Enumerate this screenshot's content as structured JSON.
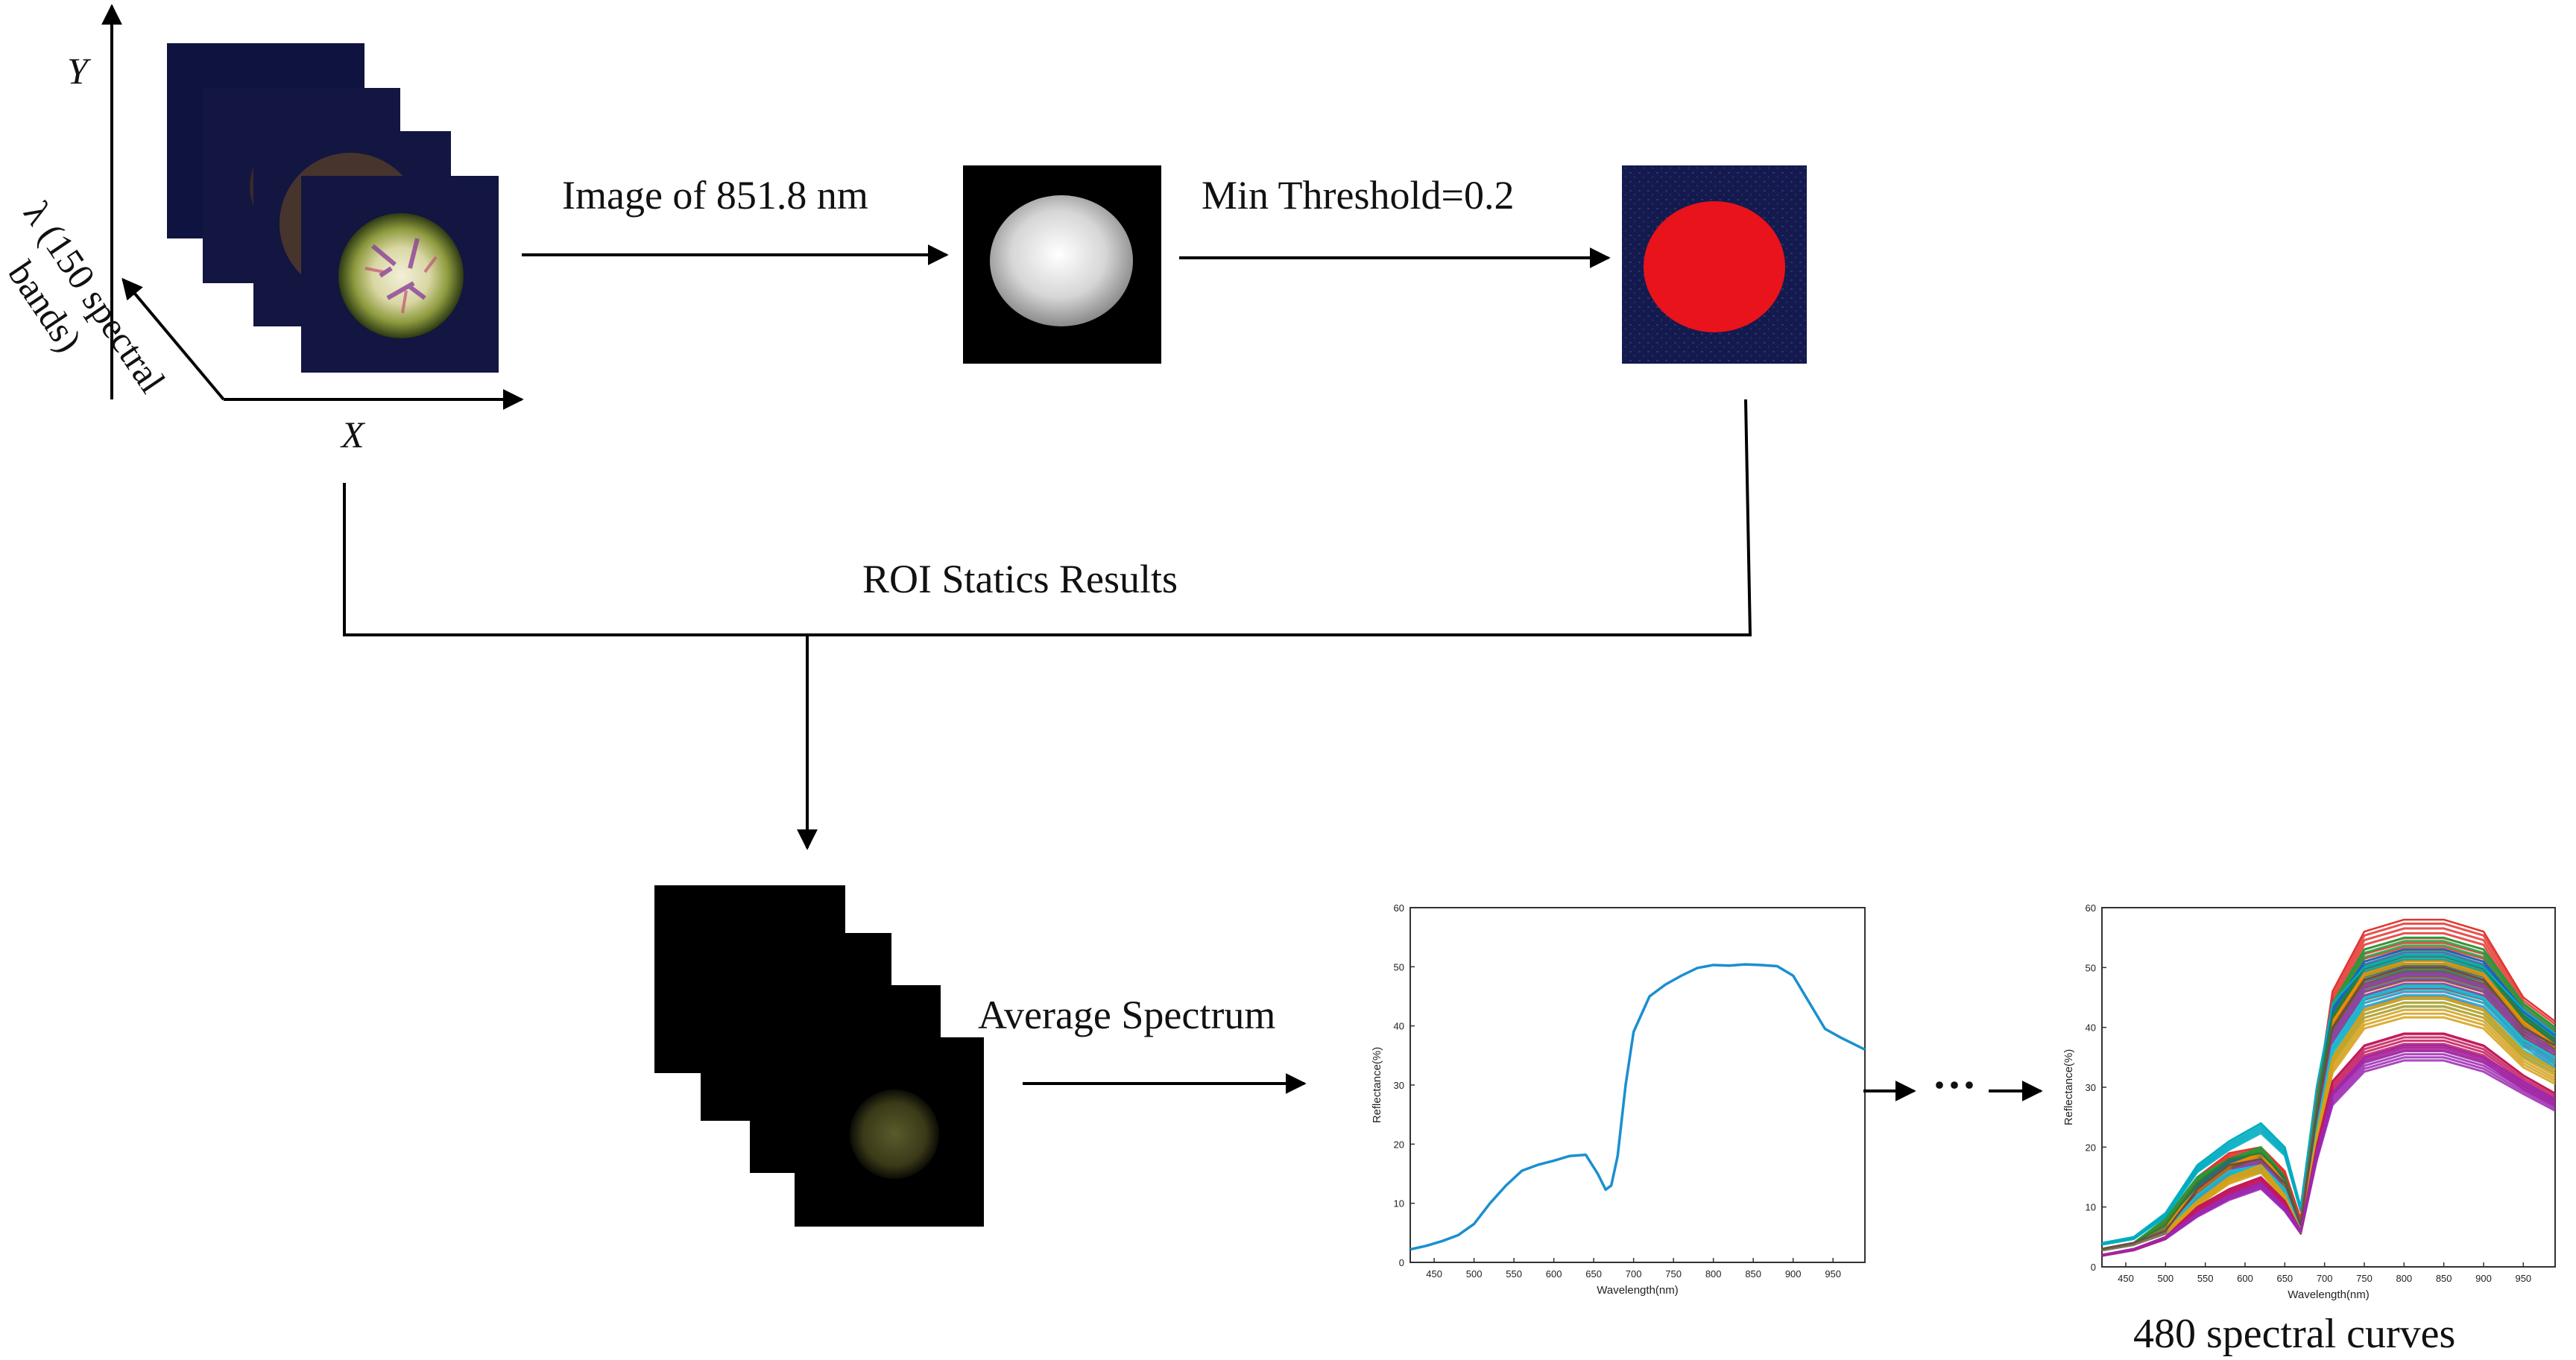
{
  "labels": {
    "axis_y": "Y",
    "axis_x": "X",
    "axis_lambda_line1": "λ (150 spectral",
    "axis_lambda_line2": "bands)",
    "step_image": "Image of 851.8 nm",
    "step_threshold": "Min Threshold=0.2",
    "step_roi": "ROI Statics Results",
    "step_average": "Average Spectrum",
    "ellipsis": "···",
    "curves_caption": "480 spectral curves"
  },
  "colors": {
    "arrow": "#000000",
    "roi_mask": "#e8131b",
    "mask_background": "#141a4d",
    "curve_single": "#1a8fd0"
  },
  "chart_data": [
    {
      "type": "line",
      "title": "",
      "xlabel": "Wavelength(nm)",
      "ylabel": "Reflectance(%)",
      "xlim": [
        420,
        990
      ],
      "ylim": [
        0,
        60
      ],
      "xticks": [
        450,
        500,
        550,
        600,
        650,
        700,
        750,
        800,
        850,
        900,
        950
      ],
      "yticks": [
        0,
        10,
        20,
        30,
        40,
        50,
        60
      ],
      "series": [
        {
          "color": "#1a8fd0",
          "x": [
            420,
            440,
            460,
            480,
            500,
            520,
            540,
            560,
            580,
            600,
            620,
            640,
            655,
            665,
            672,
            680,
            690,
            700,
            720,
            740,
            760,
            780,
            800,
            820,
            840,
            860,
            880,
            900,
            920,
            940,
            960,
            990
          ],
          "values": [
            2.2,
            2.8,
            3.6,
            4.6,
            6.5,
            10.0,
            13.0,
            15.5,
            16.5,
            17.2,
            18.0,
            18.2,
            15.0,
            12.3,
            13.0,
            18.0,
            30.0,
            39.0,
            45.0,
            47.0,
            48.5,
            49.8,
            50.3,
            50.2,
            50.4,
            50.3,
            50.1,
            48.5,
            44.0,
            39.5,
            38.0,
            36.0
          ]
        }
      ]
    },
    {
      "type": "line",
      "title": "",
      "xlabel": "Wavelength(nm)",
      "ylabel": "Reflectance(%)",
      "xlim": [
        420,
        990
      ],
      "ylim": [
        0,
        60
      ],
      "xticks": [
        450,
        500,
        550,
        600,
        650,
        700,
        750,
        800,
        850,
        900,
        950
      ],
      "yticks": [
        0,
        10,
        20,
        30,
        40,
        50,
        60
      ],
      "series_count": 480,
      "series": [
        {
          "color": "#e3342f",
          "x": [
            420,
            460,
            500,
            540,
            580,
            620,
            650,
            670,
            690,
            710,
            750,
            800,
            850,
            900,
            950,
            990
          ],
          "values": [
            3,
            4,
            8,
            15,
            19,
            20,
            16,
            8,
            28,
            46,
            56,
            58,
            58,
            56,
            45,
            41
          ]
        },
        {
          "color": "#1f9e3a",
          "x": [
            420,
            460,
            500,
            540,
            580,
            620,
            650,
            670,
            690,
            710,
            750,
            800,
            850,
            900,
            950,
            990
          ],
          "values": [
            3,
            4,
            8,
            15,
            18,
            20,
            15,
            7,
            27,
            44,
            53,
            55,
            55,
            53,
            44,
            40
          ]
        },
        {
          "color": "#1f5fbf",
          "x": [
            420,
            460,
            500,
            540,
            580,
            620,
            650,
            670,
            690,
            710,
            750,
            800,
            850,
            900,
            950,
            990
          ],
          "values": [
            3,
            4,
            7,
            14,
            18,
            19,
            15,
            7,
            26,
            43,
            51,
            53,
            53,
            51,
            43,
            39
          ]
        },
        {
          "color": "#f28c00",
          "x": [
            420,
            460,
            500,
            540,
            580,
            620,
            650,
            670,
            690,
            710,
            750,
            800,
            850,
            900,
            950,
            990
          ],
          "values": [
            3,
            4,
            7,
            13,
            17,
            19,
            14,
            7,
            25,
            41,
            49,
            51,
            51,
            49,
            41,
            37
          ]
        },
        {
          "color": "#8e44ad",
          "x": [
            420,
            460,
            500,
            540,
            580,
            620,
            650,
            670,
            690,
            710,
            750,
            800,
            850,
            900,
            950,
            990
          ],
          "values": [
            3,
            4,
            6,
            12,
            16,
            18,
            13,
            7,
            24,
            39,
            47,
            49,
            49,
            47,
            40,
            36
          ]
        },
        {
          "color": "#17becf",
          "x": [
            420,
            460,
            500,
            540,
            580,
            620,
            650,
            670,
            690,
            710,
            750,
            800,
            850,
            900,
            950,
            990
          ],
          "values": [
            3,
            4,
            6,
            12,
            16,
            17,
            13,
            6,
            23,
            37,
            45,
            47,
            47,
            45,
            38,
            35
          ]
        },
        {
          "color": "#d4a017",
          "x": [
            420,
            460,
            500,
            540,
            580,
            620,
            650,
            670,
            690,
            710,
            750,
            800,
            850,
            900,
            950,
            990
          ],
          "values": [
            3,
            4,
            6,
            11,
            15,
            17,
            12,
            6,
            22,
            35,
            43,
            45,
            45,
            43,
            36,
            33
          ]
        },
        {
          "color": "#c2185b",
          "x": [
            420,
            460,
            500,
            540,
            580,
            620,
            650,
            670,
            690,
            710,
            750,
            800,
            850,
            900,
            950,
            990
          ],
          "values": [
            2,
            3,
            5,
            10,
            13,
            15,
            11,
            6,
            20,
            31,
            37,
            39,
            39,
            37,
            32,
            29
          ]
        },
        {
          "color": "#2e7d32",
          "x": [
            420,
            460,
            500,
            540,
            580,
            620,
            650,
            670,
            690,
            710,
            750,
            800,
            850,
            900,
            950,
            990
          ],
          "values": [
            3,
            4,
            7,
            14,
            18,
            19,
            15,
            7,
            26,
            42,
            50,
            52,
            52,
            50,
            42,
            38
          ]
        },
        {
          "color": "#6d4c41",
          "x": [
            420,
            460,
            500,
            540,
            580,
            620,
            650,
            670,
            690,
            710,
            750,
            800,
            850,
            900,
            950,
            990
          ],
          "values": [
            3,
            4,
            6,
            13,
            17,
            18,
            14,
            7,
            25,
            40,
            48,
            50,
            50,
            48,
            40,
            37
          ]
        },
        {
          "color": "#00acc1",
          "x": [
            420,
            460,
            500,
            540,
            580,
            620,
            650,
            670,
            690,
            710,
            750,
            800,
            850,
            900,
            950,
            990
          ],
          "values": [
            4,
            5,
            9,
            17,
            21,
            24,
            20,
            10,
            30,
            44,
            50,
            52,
            52,
            50,
            43,
            39
          ]
        },
        {
          "color": "#9c27b0",
          "x": [
            420,
            460,
            500,
            540,
            580,
            620,
            650,
            670,
            690,
            710,
            750,
            800,
            850,
            900,
            950,
            990
          ],
          "values": [
            2,
            3,
            5,
            9,
            12,
            14,
            10,
            6,
            19,
            29,
            35,
            37,
            37,
            35,
            31,
            28
          ]
        }
      ]
    }
  ]
}
